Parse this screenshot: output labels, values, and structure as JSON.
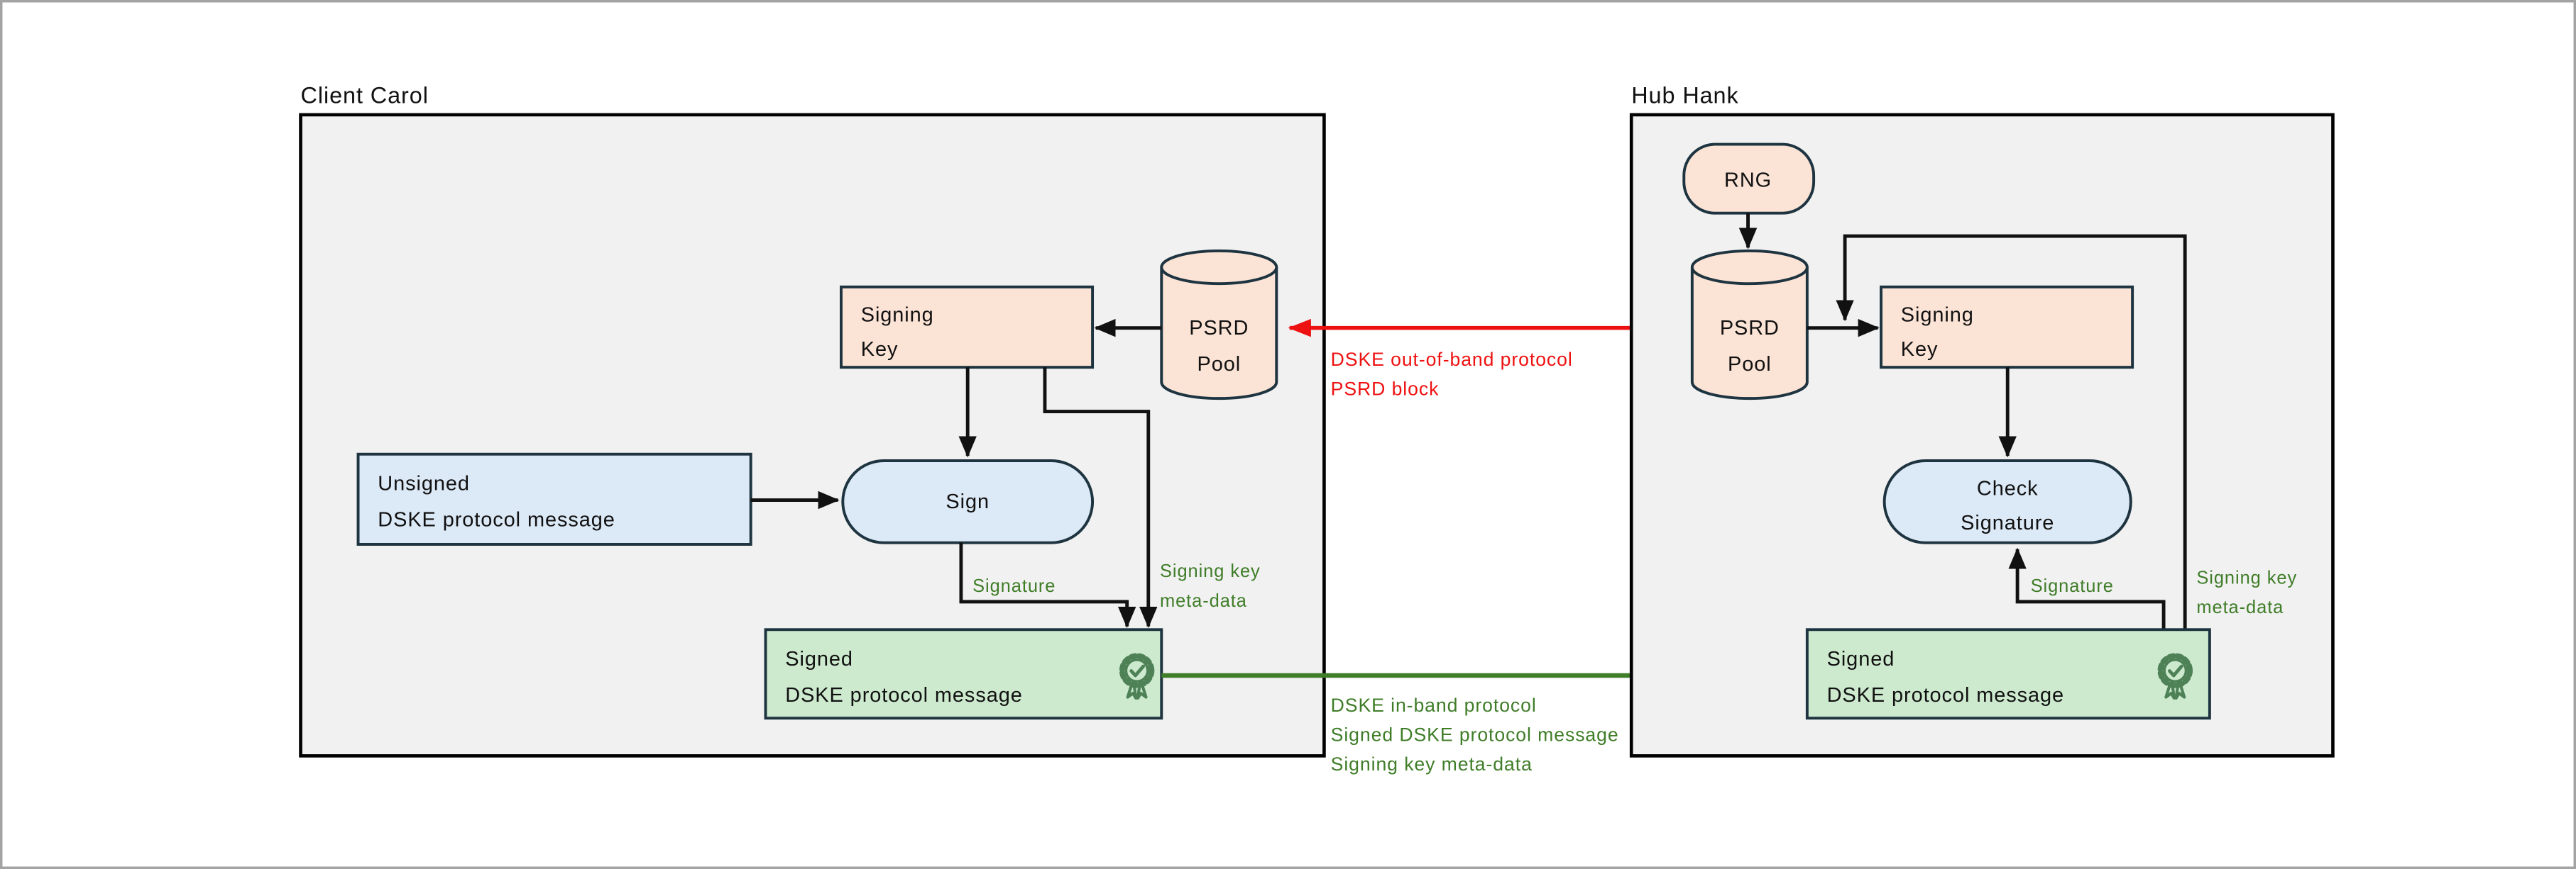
{
  "colors": {
    "canvas_bg": "#ffffff",
    "frame_border": "#a3a3a3",
    "container_fill": "#f1f1f1",
    "container_stroke": "#000000",
    "node_stroke": "#1e3440",
    "peach_fill": "#fbe3d6",
    "blue_fill": "#dce9f6",
    "green_fill": "#cdeacf",
    "arrow_black": "#111111",
    "arrow_red": "#ee1111",
    "arrow_green": "#3f7d28",
    "badge_green": "#4e8156",
    "text_color": "#111111"
  },
  "client": {
    "title": "Client Carol",
    "signing_key": {
      "line1": "Signing",
      "line2": "Key"
    },
    "psrd_pool": {
      "line1": "PSRD",
      "line2": "Pool"
    },
    "unsigned_message": {
      "line1": "Unsigned",
      "line2": "DSKE protocol message"
    },
    "sign_action": "Sign",
    "signed_message": {
      "line1": "Signed",
      "line2": "DSKE protocol message"
    },
    "signature_label": "Signature",
    "meta_label": {
      "line1": "Signing key",
      "line2": "meta-data"
    }
  },
  "hub": {
    "title": "Hub Hank",
    "rng": "RNG",
    "psrd_pool": {
      "line1": "PSRD",
      "line2": "Pool"
    },
    "signing_key": {
      "line1": "Signing",
      "line2": "Key"
    },
    "check_signature": {
      "line1": "Check",
      "line2": "Signature"
    },
    "signed_message": {
      "line1": "Signed",
      "line2": "DSKE protocol message"
    },
    "signature_label": "Signature",
    "meta_label": {
      "line1": "Signing key",
      "line2": "meta-data"
    }
  },
  "edges": {
    "out_of_band": {
      "line1": "DSKE out-of-band protocol",
      "line2": "PSRD block"
    },
    "in_band": {
      "line1": "DSKE in-band protocol",
      "line2": "Signed DSKE protocol message",
      "line3": "Signing key meta-data"
    }
  }
}
